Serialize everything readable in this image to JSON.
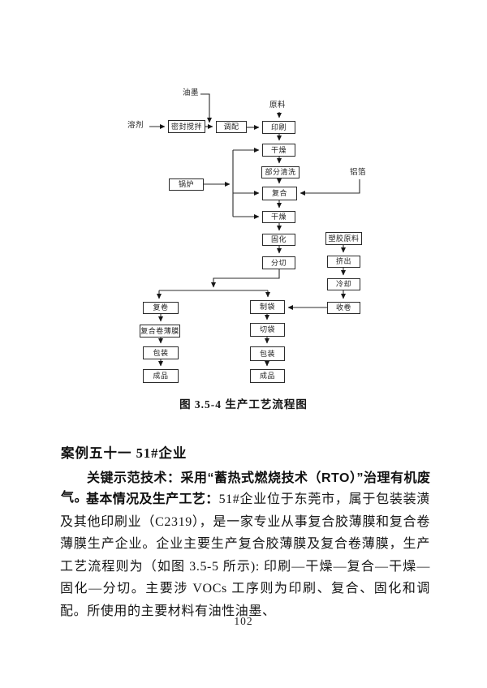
{
  "flowchart": {
    "inputs": {
      "ink": "油墨",
      "raw_material": "原料",
      "solvent": "溶剂",
      "aluminum_foil": "铝箔"
    },
    "nodes": {
      "sealed_mixing": "密封搅拌",
      "blending": "调配",
      "printing": "印刷",
      "drying1": "干燥",
      "partial_cleaning": "部分清洗",
      "boiler": "锅炉",
      "laminating": "复合",
      "drying2": "干燥",
      "curing": "固化",
      "slitting": "分切",
      "plastic_raw": "塑胶原料",
      "extrusion": "挤出",
      "cooling": "冷却",
      "rewinding": "复卷",
      "bag_making": "制袋",
      "winding": "收卷",
      "laminated_roll_film": "复合卷薄膜",
      "bag_cutting": "切袋",
      "packaging_left": "包装",
      "packaging_right": "包装",
      "finished_left": "成品",
      "finished_right": "成品"
    }
  },
  "caption": "图 3.5-4  生产工艺流程图",
  "section": {
    "heading": "案例五十一 51#企业",
    "para1": "关键示范技术：采用“蓄热式燃烧技术（RTO）”治理有机废气。",
    "para2_bold": "基本情况及生产工艺：",
    "para2_rest": "51#企业位于东莞市，属于包装装潢及其他印刷业（C2319），是一家专业从事复合胶薄膜和复合卷薄膜生产企业。企业主要生产复合胶薄膜及复合卷薄膜，生产工艺流程则为（如图 3.5-5 所示): 印刷—干燥—复合—干燥—固化—分切。主要涉 VOCs 工序则为印刷、复合、固化和调配。所使用的主要材料有油性油墨、"
  },
  "page_number": "102"
}
